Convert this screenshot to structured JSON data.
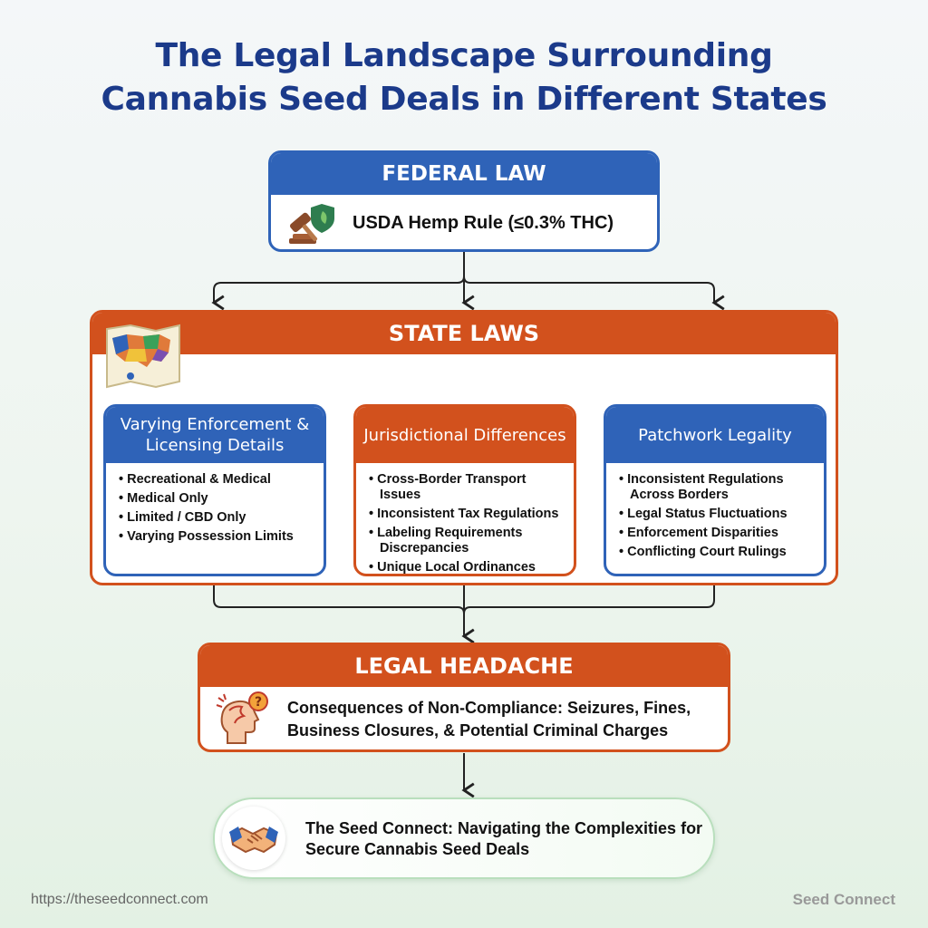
{
  "title": {
    "line1": "The Legal Landscape Surrounding",
    "line2": "Cannabis Seed Deals in Different States"
  },
  "federal": {
    "header": "FEDERAL LAW",
    "text": "USDA Hemp Rule (≤0.3% THC)",
    "icon": "gavel-shield-icon"
  },
  "state": {
    "header": "STATE LAWS",
    "icon": "us-map-icon",
    "subs": [
      {
        "header": "Varying Enforcement & Licensing Details",
        "color": "#2f63b8",
        "items": [
          "Recreational & Medical",
          "Medical Only",
          "Limited / CBD Only",
          "Varying Possession Limits"
        ]
      },
      {
        "header": "Jurisdictional Differences",
        "color": "#d2511d",
        "items": [
          "Cross-Border Transport Issues",
          "Inconsistent Tax Regulations",
          "Labeling Requirements Discrepancies",
          "Unique Local Ordinances"
        ]
      },
      {
        "header": "Patchwork Legality",
        "color": "#2f63b8",
        "items": [
          "Inconsistent Regulations Across Borders",
          "Legal Status Fluctuations",
          "Enforcement Disparities",
          "Conflicting Court Rulings"
        ]
      }
    ]
  },
  "headache": {
    "header": "LEGAL HEADACHE",
    "text": "Consequences of Non-Compliance: Seizures, Fines, Business Closures, & Potential Criminal Charges",
    "icon": "confused-head-icon"
  },
  "seed_connect": {
    "text": "The Seed Connect: Navigating the Complexities for Secure Cannabis Seed Deals",
    "icon": "handshake-icon"
  },
  "footer": {
    "url": "https://theseedconnect.com",
    "brand": "Seed Connect"
  },
  "colors": {
    "blue": "#2f63b8",
    "orange": "#d2511d",
    "title": "#1b3a8a"
  }
}
